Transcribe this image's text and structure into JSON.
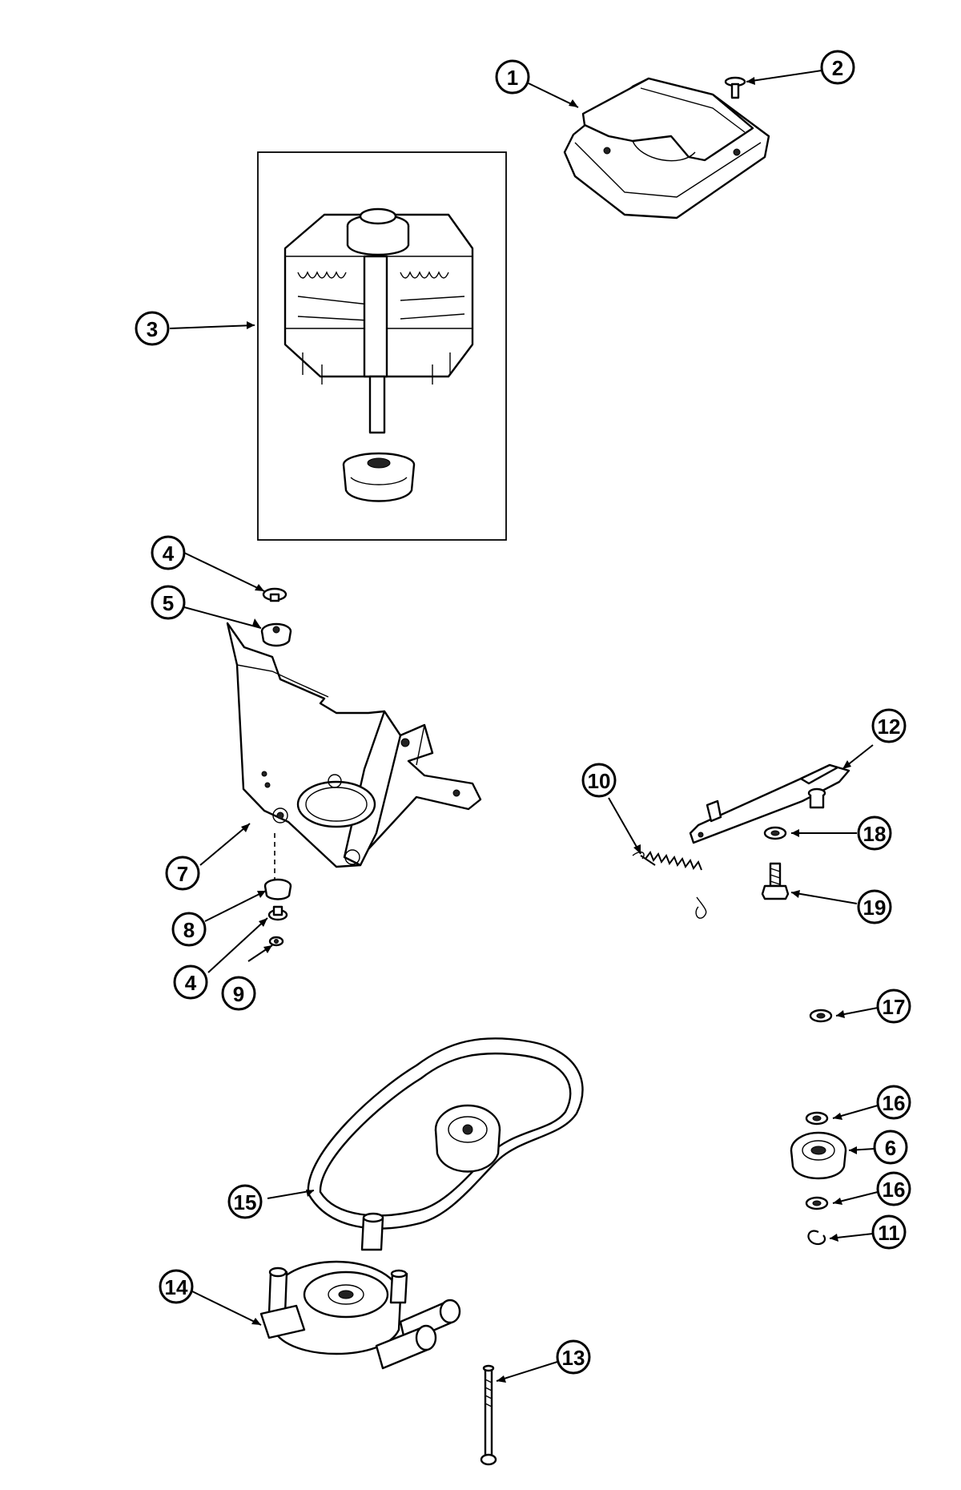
{
  "callouts": [
    {
      "id": "c1",
      "label": "1"
    },
    {
      "id": "c2",
      "label": "2"
    },
    {
      "id": "c3",
      "label": "3"
    },
    {
      "id": "c4a",
      "label": "4"
    },
    {
      "id": "c5",
      "label": "5"
    },
    {
      "id": "c7",
      "label": "7"
    },
    {
      "id": "c8",
      "label": "8"
    },
    {
      "id": "c4b",
      "label": "4"
    },
    {
      "id": "c9",
      "label": "9"
    },
    {
      "id": "c10",
      "label": "10"
    },
    {
      "id": "c12",
      "label": "12"
    },
    {
      "id": "c18",
      "label": "18"
    },
    {
      "id": "c19",
      "label": "19"
    },
    {
      "id": "c17",
      "label": "17"
    },
    {
      "id": "c16a",
      "label": "16"
    },
    {
      "id": "c6",
      "label": "6"
    },
    {
      "id": "c16b",
      "label": "16"
    },
    {
      "id": "c11",
      "label": "11"
    },
    {
      "id": "c15",
      "label": "15"
    },
    {
      "id": "c14",
      "label": "14"
    },
    {
      "id": "c13",
      "label": "13"
    }
  ],
  "parts": [
    {
      "name": "motor-cover",
      "callout": "1"
    },
    {
      "name": "cover-screw",
      "callout": "2"
    },
    {
      "name": "motor-assembly",
      "callout": "3"
    },
    {
      "name": "grommet-washer",
      "callout": "4"
    },
    {
      "name": "top-grommet",
      "callout": "5"
    },
    {
      "name": "idler-pulley",
      "callout": "6"
    },
    {
      "name": "motor-mount-bracket",
      "callout": "7"
    },
    {
      "name": "bottom-grommet",
      "callout": "8"
    },
    {
      "name": "nut",
      "callout": "9"
    },
    {
      "name": "idler-spring",
      "callout": "10"
    },
    {
      "name": "retaining-ring",
      "callout": "11"
    },
    {
      "name": "idler-arm",
      "callout": "12"
    },
    {
      "name": "pump-bolt",
      "callout": "13"
    },
    {
      "name": "pump",
      "callout": "14"
    },
    {
      "name": "drive-belt",
      "callout": "15"
    },
    {
      "name": "pulley-washer",
      "callout": "16"
    },
    {
      "name": "washer-17",
      "callout": "17"
    },
    {
      "name": "arm-washer",
      "callout": "18"
    },
    {
      "name": "arm-screw",
      "callout": "19"
    }
  ]
}
